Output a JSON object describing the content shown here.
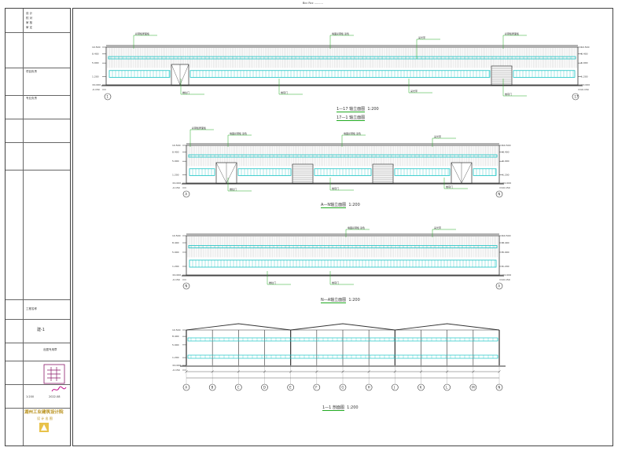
{
  "drawing": {
    "top_note": "Bcc  Rcc  ..........",
    "views": [
      {
        "title": "1—17 轴立面图",
        "scale": "1:200"
      },
      {
        "title": "17—1 轴立面图",
        "scale": ""
      },
      {
        "title": "A—N轴立面图",
        "scale": "1:200"
      },
      {
        "title": "N—A轴立面图",
        "scale": "1:200"
      },
      {
        "title": "1—1 剖面图",
        "scale": "1:200"
      }
    ],
    "grid_axes_17": [
      "1",
      "17"
    ],
    "grid_axes_an": [
      "A",
      "N"
    ],
    "section_axes": [
      "A",
      "B",
      "C",
      "D",
      "E",
      "F",
      "G",
      "H",
      "J",
      "K",
      "L",
      "M",
      "N"
    ],
    "callouts": [
      "彩钢板屋面板",
      "墙面彩钢板 蓝色",
      "采光带",
      "推拉门",
      "卷帘门"
    ],
    "levels": [
      "10.500",
      "8.400",
      "5.900",
      "1.200",
      "±0.000",
      "-0.150"
    ]
  },
  "title_block": {
    "rows": [
      "设 计",
      "校 对",
      "审 核",
      "审 定",
      "项目负责",
      "专业负责"
    ],
    "stamp_label": "出图专用章",
    "drawing_no": "建-1",
    "project_label": "工程名称",
    "institute_name": "湖州工业建筑设计院",
    "institute_sub": "设 计 出 图",
    "scale": "1:200",
    "date": "2022.08"
  },
  "colors": {
    "lines": "#333333",
    "windows": "#19c4c4",
    "leaders": "#22aa22",
    "stamp": "#b01080",
    "institute": "#c8a020"
  }
}
